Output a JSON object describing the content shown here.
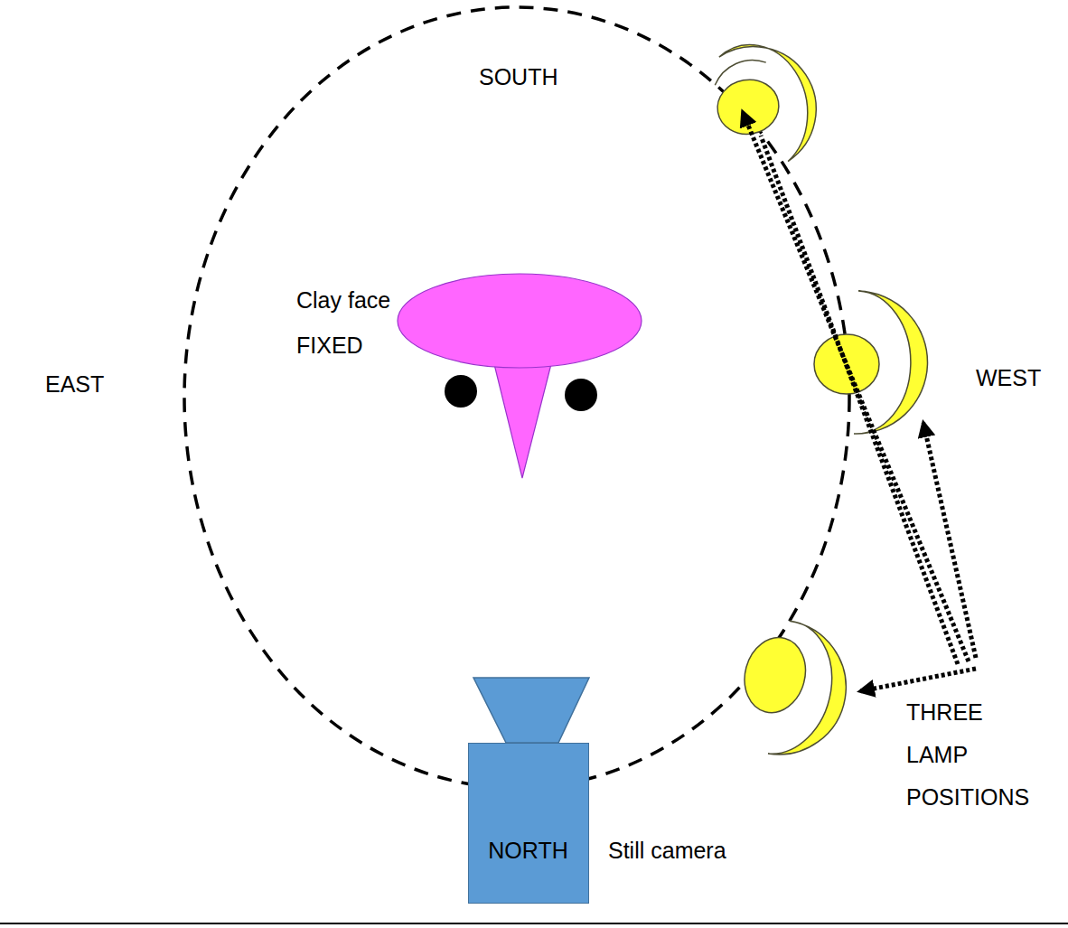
{
  "diagram": {
    "nodes": [
      {
        "text": [
          "Clay face FIXED"
        ]
      },
      {
        "text": [
          "NORTH",
          "Still camera"
        ]
      }
    ],
    "labels": [
      "SOUTH",
      "EAST",
      "WEST",
      "THREE LAMP POSITIONS"
    ]
  }
}
